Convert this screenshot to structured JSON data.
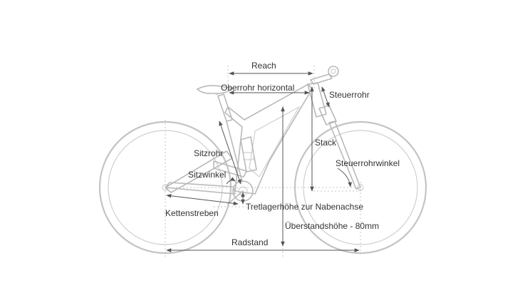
{
  "labels": {
    "reach": "Reach",
    "oberrohr": "Oberrohr horizontal",
    "steuerrohr": "Steuerrohr",
    "stack": "Stack",
    "sitzrohr": "Sitzrohr",
    "sitzwinkel": "Sitzwinkel",
    "steuerrohrwinkel": "Steuerrohrwinkel",
    "tretlager": "Tretlagerhöhe zur Nabenachse",
    "kettenstreben": "Kettenstreben",
    "ueberstand": "Überstandshöhe - 80mm",
    "radstand": "Radstand"
  },
  "colors": {
    "frame": "#b9b9b9",
    "dimension": "#555555",
    "text": "#333333"
  }
}
